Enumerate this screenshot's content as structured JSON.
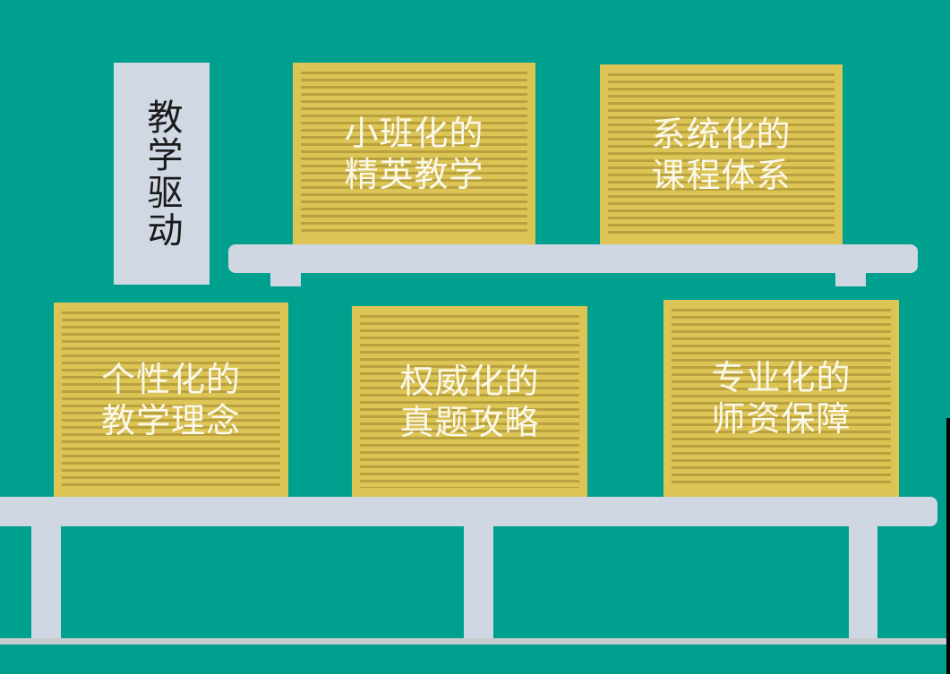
{
  "title": "教学驱动",
  "top_items": [
    {
      "line1": "小班化的",
      "line2": "精英教学"
    },
    {
      "line1": "系统化的",
      "line2": "课程体系"
    }
  ],
  "bottom_items": [
    {
      "line1": "个性化的",
      "line2": "教学理念"
    },
    {
      "line1": "权威化的",
      "line2": "真题攻略"
    },
    {
      "line1": "专业化的",
      "line2": "师资保障"
    }
  ],
  "colors": {
    "background": "#00a08f",
    "box": "#dcc455",
    "stripe": "#b9a13f",
    "shelf": "#cfd7e3"
  }
}
